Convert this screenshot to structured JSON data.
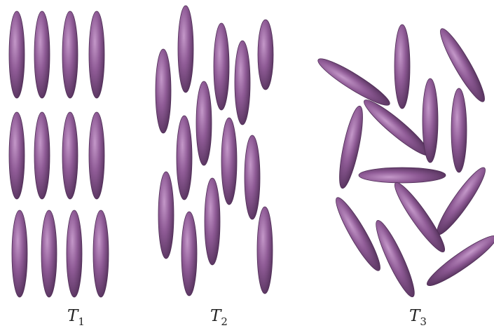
{
  "colors": {
    "ellipsoid_fill": "#8f5b96",
    "ellipsoid_highlight": "#c498c9",
    "ellipsoid_shadow": "#4e2d55",
    "label_text": "#222222",
    "background": "#ffffff"
  },
  "panels": [
    {
      "id": "T1",
      "label_main": "T",
      "label_sub": "1",
      "arrangement": "aligned-layers"
    },
    {
      "id": "T2",
      "label_main": "T",
      "label_sub": "2",
      "arrangement": "aligned-disordered"
    },
    {
      "id": "T3",
      "label_main": "T",
      "label_sub": "3",
      "arrangement": "isotropic"
    }
  ]
}
